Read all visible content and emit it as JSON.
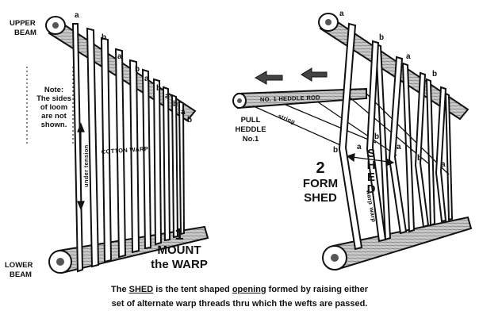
{
  "colors": {
    "ink": "#111111",
    "paper": "#ffffff",
    "wood": "#9a9a9a"
  },
  "mount": {
    "upper_beam_line1": "UPPER",
    "upper_beam_line2": "BEAM",
    "lower_beam_line1": "LOWER",
    "lower_beam_line2": "BEAM",
    "note": [
      "Note:",
      "The sides",
      "of loom",
      "are not",
      "shown."
    ],
    "cotton_warp": "COTTON WARP",
    "under_tension": "under tension",
    "warp_letters": [
      "a",
      "b",
      "a",
      "b",
      "a",
      "b",
      "a",
      "b",
      "a",
      "b"
    ],
    "step_number": "1",
    "step_title_line1": "MOUNT",
    "step_title_line2": "the WARP"
  },
  "shed": {
    "pull_line1": "PULL",
    "pull_line2": "HEDDLE",
    "pull_line3": "No.1",
    "rod_label": "NO. 1  HEDDLE ROD",
    "string_label": "string",
    "warp_label": "warp",
    "shed_vertical": "SHED",
    "letters_top": [
      "a",
      "b",
      "a",
      "b"
    ],
    "letters_mid": [
      "b",
      "a",
      "b",
      "a",
      "b",
      "a"
    ],
    "step_number": "2",
    "step_title_line1": "FORM",
    "step_title_line2": "SHED"
  },
  "caption": {
    "part1": "The ",
    "shed_word": "SHED",
    "part2": " is the tent shaped ",
    "opening_word": "opening",
    "part3": " formed by raising either",
    "line2": "set of alternate warp threads thru which the wefts are passed."
  }
}
